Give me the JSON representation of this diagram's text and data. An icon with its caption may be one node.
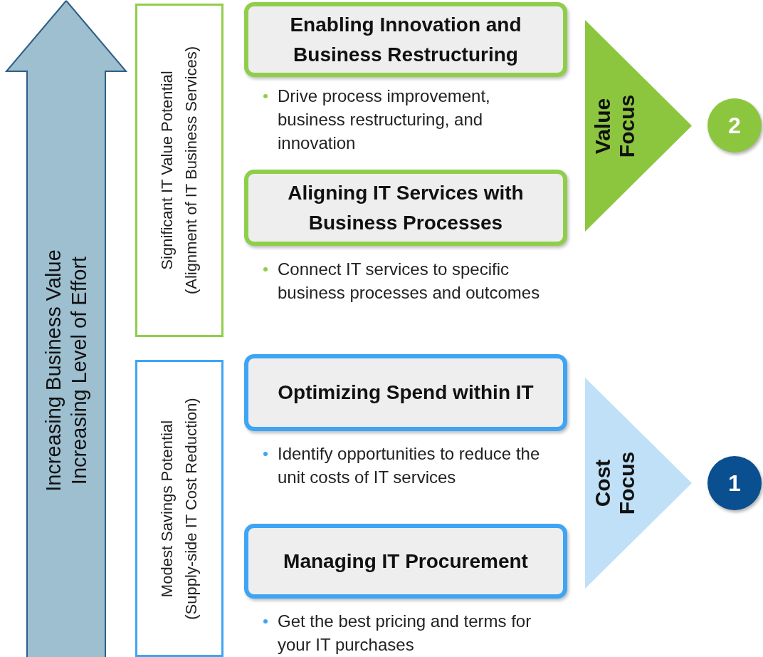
{
  "diagram": {
    "nodes": [
      {
        "text": [
          "Increasing Business Value",
          "Increasing Level of Effort"
        ]
      },
      {
        "text": [
          "Significant IT Value Potential",
          "(Alignment of IT Business Services)"
        ]
      },
      {
        "text": [
          "Enabling Innovation and Business Restructuring"
        ],
        "beside": [
          "Drive process improvement, business restructuring, and innovation"
        ]
      },
      {
        "text": [
          "Aligning IT Services with Business Processes"
        ],
        "beside": [
          "Connect IT services to specific business processes and outcomes"
        ]
      },
      {
        "text": [
          "Value Focus"
        ]
      },
      {
        "text": [
          "2"
        ]
      },
      {
        "text": [
          "Modest Savings Potential",
          "(Supply-side IT Cost Reduction)"
        ]
      },
      {
        "text": [
          "Optimizing Spend within IT"
        ],
        "beside": [
          "Identify opportunities to reduce the unit costs of IT services"
        ]
      },
      {
        "text": [
          "Managing IT Procurement"
        ],
        "beside": [
          "Get the best pricing and terms for your IT purchases"
        ]
      },
      {
        "text": [
          "Cost Focus"
        ]
      },
      {
        "text": [
          "1"
        ]
      }
    ]
  }
}
